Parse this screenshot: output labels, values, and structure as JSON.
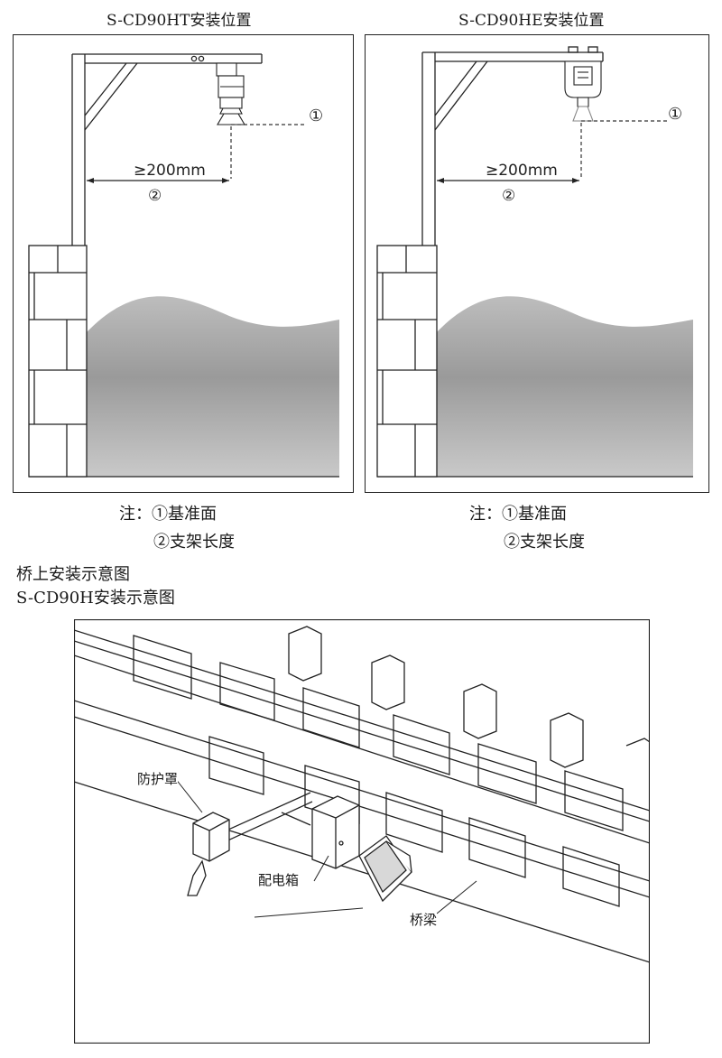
{
  "panels": [
    {
      "title": "S-CD90HT安装位置",
      "dimension": "≥200mm",
      "marker_1": "①",
      "marker_2": "②"
    },
    {
      "title": "S-CD90HE安装位置",
      "dimension": "≥200mm",
      "marker_1": "①",
      "marker_2": "②"
    }
  ],
  "notes": [
    {
      "line1": "注：①基准面",
      "line2": "②支架长度"
    },
    {
      "line1": "注：①基准面",
      "line2": "②支架长度"
    }
  ],
  "captions": {
    "line1": "桥上安装示意图",
    "line2": "S-CD90H安装示意图"
  },
  "bridge": {
    "label_shield": "防护罩",
    "label_box": "配电箱",
    "label_bridge": "桥梁"
  }
}
